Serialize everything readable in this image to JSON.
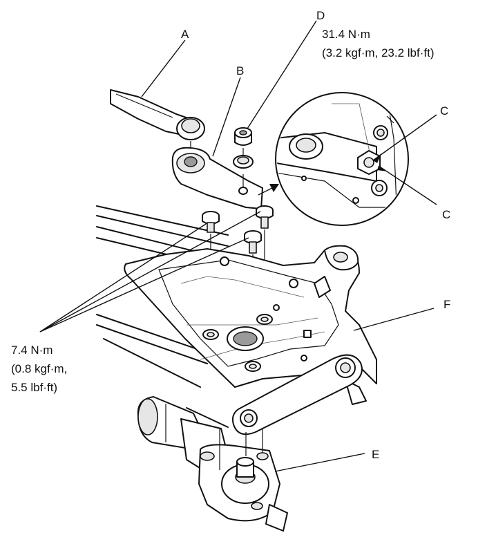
{
  "callouts": {
    "a": "A",
    "b": "B",
    "c_upper": "C",
    "c_lower": "C",
    "d": "D",
    "e": "E",
    "f": "F"
  },
  "torque_d": {
    "line1": "31.4 N·m",
    "line2": "(3.2 kgf·m, 23.2 lbf·ft)"
  },
  "torque_bolts": {
    "line1": "7.4 N·m",
    "line2": "(0.8 kgf·m,",
    "line3": "5.5 lbf·ft)"
  }
}
